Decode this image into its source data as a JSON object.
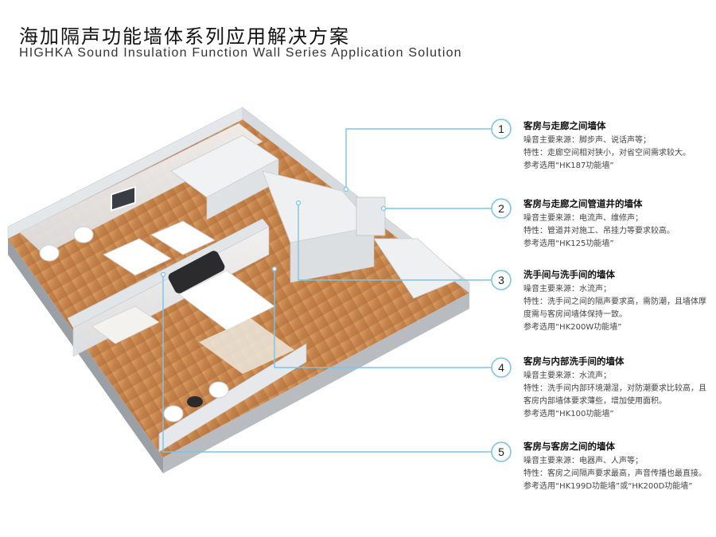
{
  "header": {
    "title_cn": "海加隔声功能墙体系列应用解决方案",
    "title_en": "HIGHKA Sound Insulation Function Wall Series Application Solution"
  },
  "colors": {
    "accent_blue": "#7ec3e6",
    "floor_wood": "#c98a4e",
    "wall_white": "#eef0f2",
    "text_dark": "#111111"
  },
  "callouts": [
    {
      "number": "1",
      "title": "客房与走廊之间墙体",
      "noise": "噪音主要来源：脚步声、说话声等；",
      "feature": "特性：走廊空间相对狭小，对省空间需求较大。",
      "reference": "参考选用“HK187功能墙”"
    },
    {
      "number": "2",
      "title": "客房与走廊之间管道井的墙体",
      "noise": "噪音主要来源：电流声、维修声；",
      "feature": "特性：管道井对施工、吊挂力等要求较高。",
      "reference": "参考选用“HK125功能墙”"
    },
    {
      "number": "3",
      "title": "洗手间与洗手间的墙体",
      "noise": "噪音主要来源：水流声；",
      "feature": "特性：洗手间之间的隔声要求高，需防潮，且墙体厚度需与客房间墙体保持一致。",
      "reference": "参考选用“HK200W功能墙”"
    },
    {
      "number": "4",
      "title": "客房与内部洗手间的墙体",
      "noise": "噪音主要来源：水流声；",
      "feature": "特性：洗手间内部环境潮湿，对防潮要求比较高，且客房内部墙体要求薄些，增加使用面积。",
      "reference": "参考选用“HK100功能墙”"
    },
    {
      "number": "5",
      "title": "客房与客房之间的墙体",
      "noise": "噪音主要来源：电器声、人声等；",
      "feature": "特性：客房之间隔声要求最高，声音传播也最直接。",
      "reference": "参考选用“HK199D功能墙”或“HK200D功能墙”"
    }
  ]
}
